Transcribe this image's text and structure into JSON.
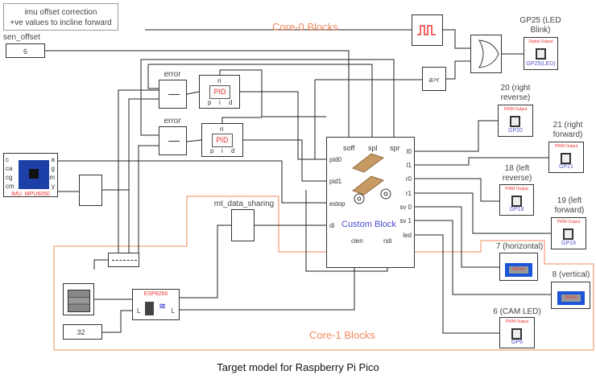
{
  "note": {
    "line1": "imu offset correction",
    "line2": "+ve values to incline forward"
  },
  "sen_offset": {
    "label": "sen_offset",
    "value": "6"
  },
  "regions": {
    "core0": "Core-0 Blocks",
    "core1": "Core-1 Blocks",
    "color": "#f08a5d"
  },
  "error_blocks": [
    {
      "label": "error"
    },
    {
      "label": "error"
    }
  ],
  "pid_blocks": [
    {
      "text": "PID",
      "ports": {
        "ri": "ri",
        "p": "p",
        "i": "i",
        "d": "d"
      }
    },
    {
      "text": "PID",
      "ports": {
        "ri": "ri",
        "p": "p",
        "i": "i",
        "d": "d"
      }
    }
  ],
  "imu": {
    "name": "IMU_MPU6050",
    "inputs": [
      "c",
      "ca",
      "cg",
      "cm"
    ],
    "outputs": [
      "a",
      "g",
      "m",
      "y"
    ]
  },
  "compare": {
    "text": "a>r"
  },
  "custom_block": {
    "title": "Custom Block",
    "top_ports": [
      "soff",
      "spl",
      "spr"
    ],
    "left_ports": [
      "pid0",
      "pid1",
      "estop",
      "di"
    ],
    "right_ports": [
      "l0",
      "l1",
      "r0",
      "r1",
      "sv 0",
      "sv 1",
      "led"
    ],
    "bottom_ports": [
      "clen",
      "rsti"
    ]
  },
  "outputs": [
    {
      "label": "GP25 (LED Blink)",
      "type": "Digital Output",
      "pin": "GP25(LED)"
    },
    {
      "label": "20 (right reverse)",
      "type": "PWM Output",
      "pin": "GP20"
    },
    {
      "label": "21 (right forward)",
      "type": "PWM Output",
      "pin": "GP21"
    },
    {
      "label": "18 (left reverse)",
      "type": "PWM Output",
      "pin": "GP18"
    },
    {
      "label": "19 (left forward)",
      "type": "PWM Output",
      "pin": "GP19"
    },
    {
      "label": "7 (horizontal)",
      "type": "Servo"
    },
    {
      "label": "8 (vertical)",
      "type": "Servo"
    },
    {
      "label": "6 (CAM LED)",
      "type": "PWM Output",
      "pin": "GP6"
    }
  ],
  "mt_data_sharing": {
    "label": "mt_data_sharing"
  },
  "esp": {
    "name": "ESP8266",
    "in_port": "L",
    "out_port": "L"
  },
  "const32": {
    "value": "32"
  },
  "caption": "Target model for Raspberry Pi Pico"
}
